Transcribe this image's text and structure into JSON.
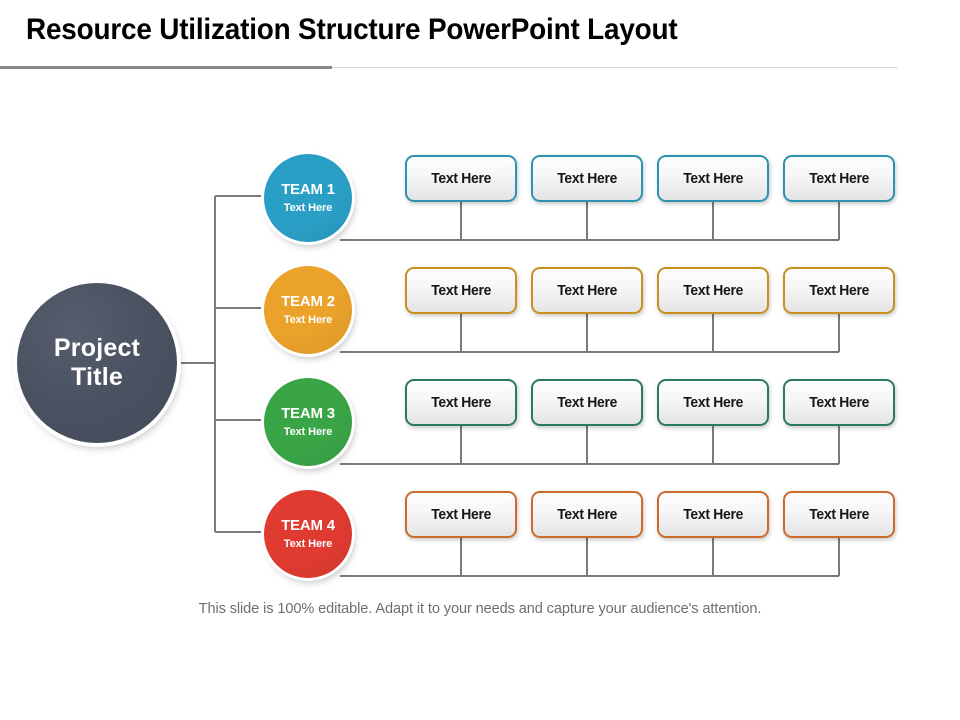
{
  "header": {
    "title": "Resource Utilization Structure PowerPoint Layout",
    "rule_dark_color": "#8a8a8a",
    "rule_light_color": "#d8d8d8"
  },
  "diagram": {
    "type": "organization-chart",
    "root": {
      "line1": "Project",
      "line2": "Title",
      "color": "#4b5262"
    },
    "connector_color": "#7a7a7a",
    "branches": [
      {
        "name": "TEAM 1",
        "subtitle": "Text Here",
        "circle_color": "#2a9fc6",
        "box_border_color": "#2d93b0",
        "leaves": [
          {
            "label": "Text Here"
          },
          {
            "label": "Text Here"
          },
          {
            "label": "Text Here"
          },
          {
            "label": "Text Here"
          }
        ]
      },
      {
        "name": "TEAM 2",
        "subtitle": "Text Here",
        "circle_color": "#eaa22b",
        "box_border_color": "#c8901f",
        "leaves": [
          {
            "label": "Text Here"
          },
          {
            "label": "Text Here"
          },
          {
            "label": "Text Here"
          },
          {
            "label": "Text Here"
          }
        ]
      },
      {
        "name": "TEAM 3",
        "subtitle": "Text Here",
        "circle_color": "#3aa547",
        "box_border_color": "#2a7a5c",
        "leaves": [
          {
            "label": "Text Here"
          },
          {
            "label": "Text Here"
          },
          {
            "label": "Text Here"
          },
          {
            "label": "Text Here"
          }
        ]
      },
      {
        "name": "TEAM 4",
        "subtitle": "Text Here",
        "circle_color": "#e03b31",
        "box_border_color": "#cc6b2c",
        "leaves": [
          {
            "label": "Text Here"
          },
          {
            "label": "Text Here"
          },
          {
            "label": "Text Here"
          },
          {
            "label": "Text Here"
          }
        ]
      }
    ]
  },
  "caption": {
    "text": "This slide is 100% editable. Adapt it to your needs and capture your audience's attention."
  }
}
